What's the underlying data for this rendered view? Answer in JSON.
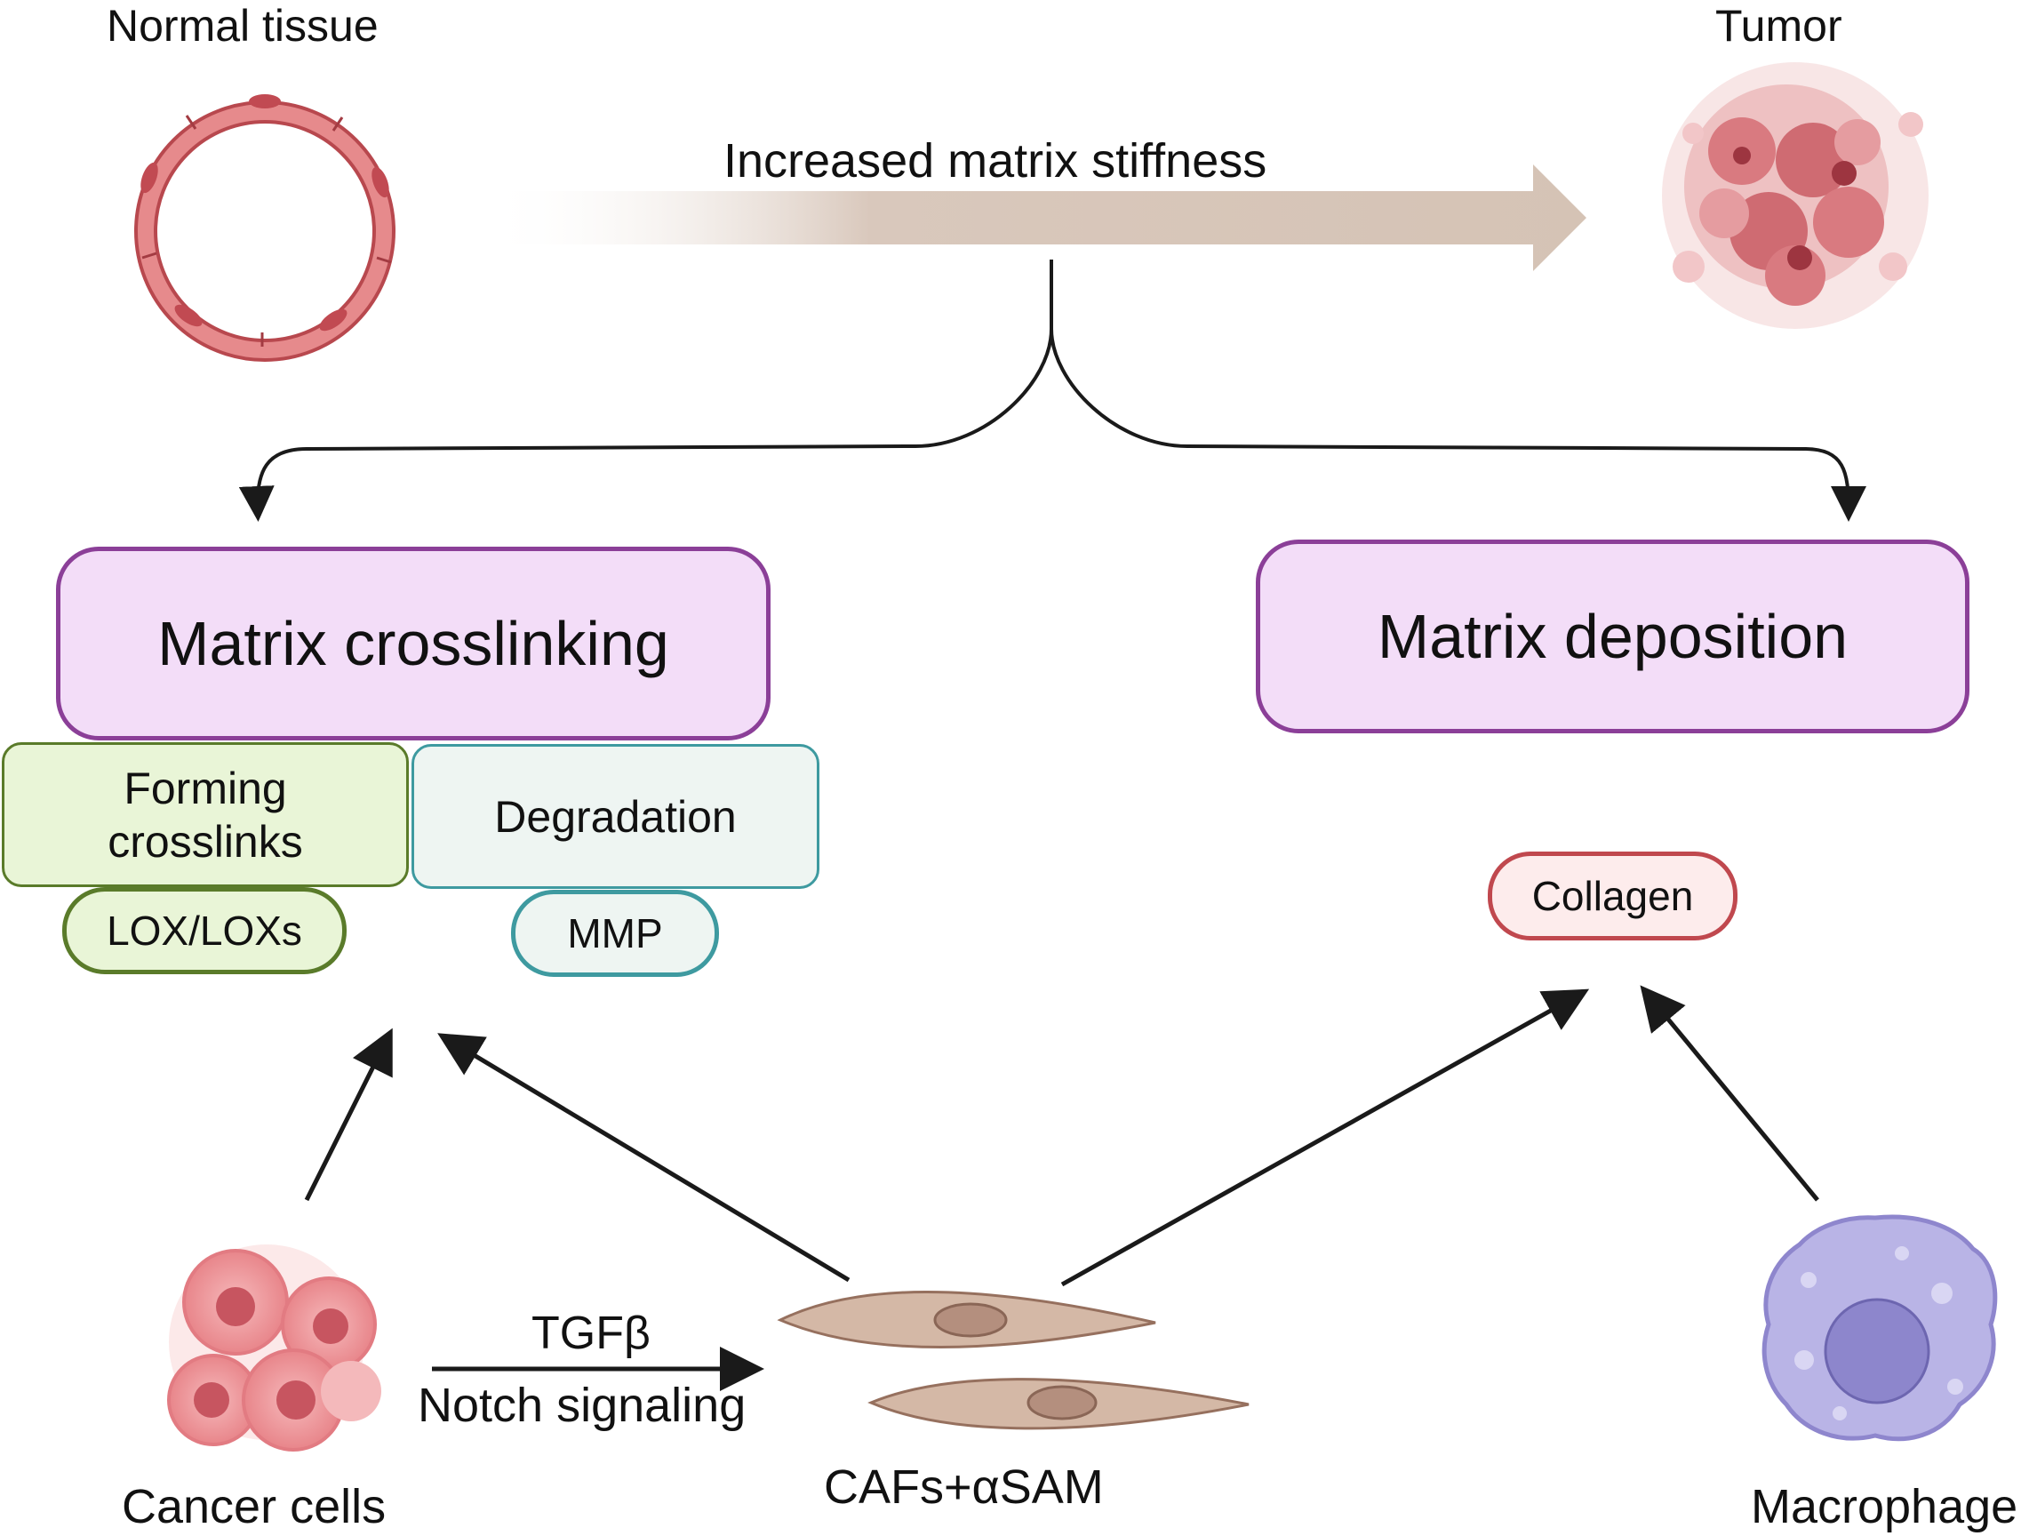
{
  "header": {
    "normal_tissue": "Normal tissue",
    "tumor": "Tumor",
    "arrow_label": "Increased matrix stiffness"
  },
  "crosslinking": {
    "title": "Matrix crosslinking",
    "forming": "Forming crosslinks",
    "degradation": "Degradation",
    "lox": "LOX/LOXs",
    "mmp": "MMP"
  },
  "deposition": {
    "title": "Matrix deposition",
    "collagen": "Collagen"
  },
  "cells": {
    "cancer": "Cancer cells",
    "caf": "CAFs+αSAM",
    "macrophage": "Macrophage",
    "signal_top": "TGFβ",
    "signal_bottom": "Notch signaling"
  },
  "colors": {
    "purple_fill": "#f3ddf8",
    "purple_border": "#8b3f98",
    "green_fill": "#e9f5d7",
    "green_border": "#5a7b2a",
    "teal_fill": "#eef5f2",
    "teal_border": "#3e9aa0",
    "red_border": "#c0484e",
    "red_fill": "#fdecec",
    "arrow_gradient": "#d7c4b6"
  }
}
